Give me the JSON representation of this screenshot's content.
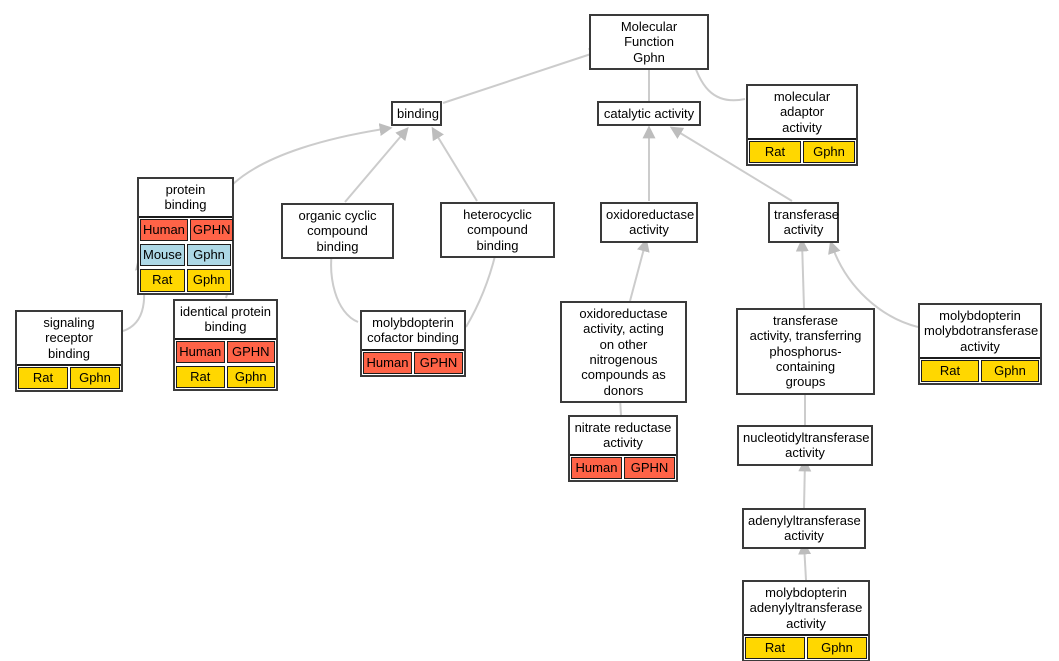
{
  "diagram": {
    "title": "Molecular Function Gphn",
    "colors": {
      "human_annotation": "#ff6347",
      "mouse_annotation": "#add8e6",
      "rat_annotation": "#ffd700",
      "edge": "#cccccc",
      "node_border": "#3a3a3a"
    },
    "nodes": {
      "root": {
        "label": "Molecular Function\nGphn"
      },
      "binding": {
        "label": "binding"
      },
      "catalytic_activity": {
        "label": "catalytic activity"
      },
      "molecular_adaptor_activity": {
        "label": "molecular adaptor\nactivity",
        "rows": [
          {
            "species": "Rat",
            "gene": "Gphn"
          }
        ]
      },
      "protein_binding": {
        "label": "protein binding",
        "rows": [
          {
            "species": "Human",
            "gene": "GPHN"
          },
          {
            "species": "Mouse",
            "gene": "Gphn"
          },
          {
            "species": "Rat",
            "gene": "Gphn"
          }
        ]
      },
      "organic_cyclic_compound_binding": {
        "label": "organic cyclic\ncompound binding"
      },
      "heterocyclic_compound_binding": {
        "label": "heterocyclic\ncompound binding"
      },
      "oxidoreductase_activity": {
        "label": "oxidoreductase\nactivity"
      },
      "transferase_activity": {
        "label": "transferase\nactivity"
      },
      "signaling_receptor_binding": {
        "label": "signaling receptor\nbinding",
        "rows": [
          {
            "species": "Rat",
            "gene": "Gphn"
          }
        ]
      },
      "identical_protein_binding": {
        "label": "identical protein\nbinding",
        "rows": [
          {
            "species": "Human",
            "gene": "GPHN"
          },
          {
            "species": "Rat",
            "gene": "Gphn"
          }
        ]
      },
      "molybdopterin_cofactor_binding": {
        "label": "molybdopterin\ncofactor binding",
        "rows": [
          {
            "species": "Human",
            "gene": "GPHN"
          }
        ]
      },
      "oxidoreductase_activity_nitrogenous": {
        "label": "oxidoreductase\nactivity, acting\non other nitrogenous\ncompounds as\ndonors"
      },
      "transferase_activity_phosphorus": {
        "label": "transferase\nactivity, transferring\nphosphorus-containing\ngroups"
      },
      "molybdopterin_molybdotransferase_activity": {
        "label": "molybdopterin\nmolybdotransferase\nactivity",
        "rows": [
          {
            "species": "Rat",
            "gene": "Gphn"
          }
        ]
      },
      "nitrate_reductase_activity": {
        "label": "nitrate reductase\nactivity",
        "rows": [
          {
            "species": "Human",
            "gene": "GPHN"
          }
        ]
      },
      "nucleotidyltransferase_activity": {
        "label": "nucleotidyltransferase\nactivity"
      },
      "adenylyltransferase_activity": {
        "label": "adenylyltransferase\nactivity"
      },
      "molybdopterin_adenylyltransferase_activity": {
        "label": "molybdopterin\nadenylyltransferase\nactivity",
        "rows": [
          {
            "species": "Rat",
            "gene": "Gphn"
          }
        ]
      }
    },
    "edges": [
      {
        "from": "binding",
        "to": "root"
      },
      {
        "from": "catalytic_activity",
        "to": "root"
      },
      {
        "from": "molecular_adaptor_activity",
        "to": "root"
      },
      {
        "from": "protein_binding",
        "to": "binding"
      },
      {
        "from": "organic_cyclic_compound_binding",
        "to": "binding"
      },
      {
        "from": "heterocyclic_compound_binding",
        "to": "binding"
      },
      {
        "from": "oxidoreductase_activity",
        "to": "catalytic_activity"
      },
      {
        "from": "transferase_activity",
        "to": "catalytic_activity"
      },
      {
        "from": "signaling_receptor_binding",
        "to": "protein_binding"
      },
      {
        "from": "identical_protein_binding",
        "to": "protein_binding"
      },
      {
        "from": "molybdopterin_cofactor_binding",
        "to": "organic_cyclic_compound_binding"
      },
      {
        "from": "molybdopterin_cofactor_binding",
        "to": "heterocyclic_compound_binding"
      },
      {
        "from": "oxidoreductase_activity_nitrogenous",
        "to": "oxidoreductase_activity"
      },
      {
        "from": "nitrate_reductase_activity",
        "to": "oxidoreductase_activity_nitrogenous"
      },
      {
        "from": "transferase_activity_phosphorus",
        "to": "transferase_activity"
      },
      {
        "from": "molybdopterin_molybdotransferase_activity",
        "to": "transferase_activity"
      },
      {
        "from": "nucleotidyltransferase_activity",
        "to": "transferase_activity_phosphorus"
      },
      {
        "from": "adenylyltransferase_activity",
        "to": "nucleotidyltransferase_activity"
      },
      {
        "from": "molybdopterin_adenylyltransferase_activity",
        "to": "adenylyltransferase_activity"
      }
    ]
  }
}
